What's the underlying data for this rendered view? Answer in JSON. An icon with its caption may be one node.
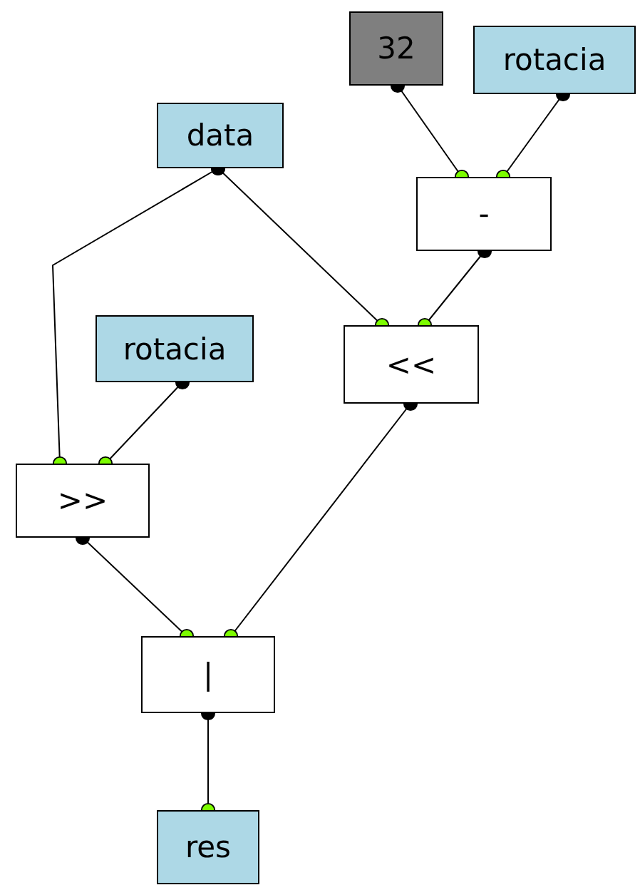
{
  "diagram": {
    "nodes": [
      {
        "text": [
          "32"
        ]
      },
      {
        "text": [
          "rotacia"
        ]
      },
      {
        "text": [
          "data"
        ]
      },
      {
        "text": [
          "-"
        ]
      },
      {
        "text": [
          "rotacia"
        ]
      },
      {
        "text": [
          "<<"
        ]
      },
      {
        "text": [
          ">>"
        ]
      },
      {
        "text": [
          "|"
        ]
      },
      {
        "text": [
          "res"
        ]
      }
    ],
    "edges": [
      {
        "from": 0,
        "to": 3,
        "arrow": "other"
      },
      {
        "from": 1,
        "to": 3,
        "arrow": "other"
      },
      {
        "from": 2,
        "to": 6,
        "arrow": "other"
      },
      {
        "from": 4,
        "to": 6,
        "arrow": "other"
      },
      {
        "from": 2,
        "to": 5,
        "arrow": "other"
      },
      {
        "from": 3,
        "to": 5,
        "arrow": "other"
      },
      {
        "from": 5,
        "to": 7,
        "arrow": "other"
      },
      {
        "from": 6,
        "to": 7,
        "arrow": "other"
      },
      {
        "from": 7,
        "to": 8,
        "arrow": "other"
      }
    ]
  }
}
